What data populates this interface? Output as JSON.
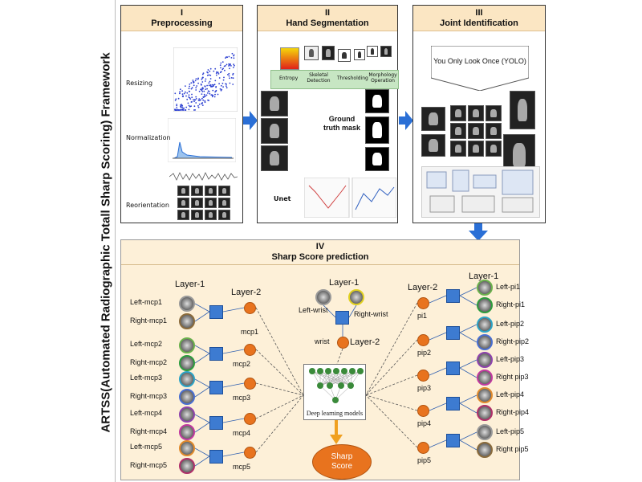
{
  "framework_title": "ARTSS(Automated Radiographic Totall Sharp Scoring) Framework",
  "panels": {
    "preprocessing": {
      "numeral": "I",
      "title": "Preprocessing",
      "steps": [
        "Resizing",
        "Normalization",
        "Reorientation"
      ]
    },
    "hand_segmentation": {
      "numeral": "II",
      "title": "Hand Segmentation",
      "methods": [
        "Entropy",
        "Skeletal Detection",
        "Thresholding",
        "Morphology Operation"
      ],
      "mask_label": "Ground truth mask",
      "unet_label": "Unet"
    },
    "joint_identification": {
      "numeral": "III",
      "title": "Joint Identification",
      "yolo_label": "You Only Look Once (YOLO)"
    }
  },
  "sharp": {
    "numeral": "IV",
    "title": "Sharp Score prediction",
    "layer1": "Layer-1",
    "layer2": "Layer-2",
    "left_joints": [
      {
        "a": "Left-mcp1",
        "b": "Right-mcp1",
        "out": "mcp1"
      },
      {
        "a": "Left-mcp2",
        "b": "Right-mcp2",
        "out": "mcp2"
      },
      {
        "a": "Left-mcp3",
        "b": "Right-mcp3",
        "out": "mcp3"
      },
      {
        "a": "Left-mcp4",
        "b": "Right-mcp4",
        "out": "mcp4"
      },
      {
        "a": "Left-mcp5",
        "b": "Right-mcp5",
        "out": "mcp5"
      }
    ],
    "right_joints": [
      {
        "a": "Left-pi1",
        "b": "Right-pi1",
        "out": "pi1"
      },
      {
        "a": "Left-pip2",
        "b": "Right-pip2",
        "out": "pip2"
      },
      {
        "a": "Left-pip3",
        "b": "Right pip3",
        "out": "pip3"
      },
      {
        "a": "Left-pip4",
        "b": "Right-pip4",
        "out": "pip4"
      },
      {
        "a": "Left-pip5",
        "b": "Right pip5",
        "out": "pip5"
      }
    ],
    "wrist": {
      "a": "Left-wrist",
      "b": "Right-wrist",
      "out": "wrist"
    },
    "model_label": "Deep learning models",
    "score_label": "Sharp Score"
  },
  "colors": {
    "arrow": "#2a6fd6",
    "panel_header": "#fbe6c3",
    "layer1_node": "#3d7bd1",
    "layer2_node": "#e8731e",
    "score_arrow": "#f0a020"
  },
  "joint_ring_colors": [
    "#999999",
    "#8a6b3c",
    "#6ab04c",
    "#2d9c3e",
    "#2ba3c6",
    "#4a6fd1",
    "#8e44ad",
    "#c0399f",
    "#e08a2c",
    "#b0306a"
  ]
}
